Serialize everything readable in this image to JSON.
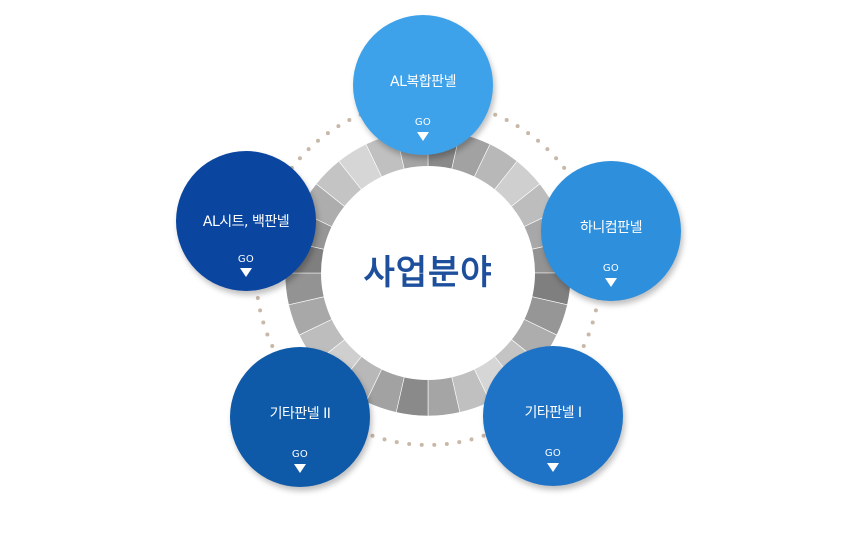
{
  "center": {
    "title": "사업분야"
  },
  "nodes": [
    {
      "id": "top",
      "label": "AL복합판넬",
      "go": "GO"
    },
    {
      "id": "right",
      "label": "하니컴판넬",
      "go": "GO"
    },
    {
      "id": "bottom_right",
      "label": "기타판넬 I",
      "go": "GO"
    },
    {
      "id": "bottom_left",
      "label": "기타판넬 II",
      "go": "GO"
    },
    {
      "id": "left",
      "label": "AL시트, 백판넬",
      "go": "GO"
    }
  ],
  "colors": {
    "title": "#1d4f9c",
    "node_top": "#3ea2ea",
    "node_right": "#2e8fdc",
    "node_bottom_right": "#1e73c6",
    "node_bottom_left": "#0f5aa8",
    "node_left": "#0a46a0",
    "dots": "#c8b8a8"
  }
}
